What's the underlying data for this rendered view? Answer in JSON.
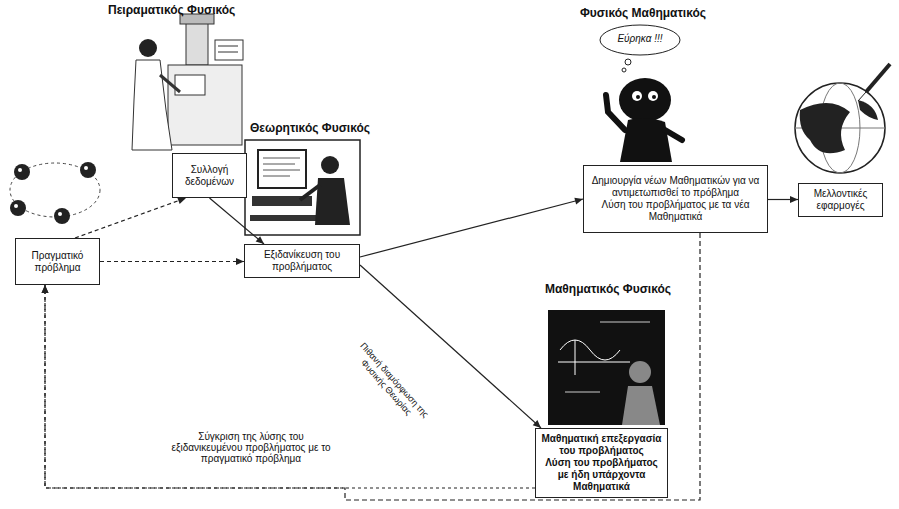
{
  "diagram": {
    "nodes": [
      {
        "text": [
          "Πραγματικό πρόβλημα"
        ]
      },
      {
        "text": [
          "Συλλογή δεδομένων"
        ]
      },
      {
        "text": [
          "Εξιδανίκευση του προβλήματος"
        ]
      },
      {
        "text": [
          "Δημιουργία νέων Μαθηματικών για να αντιμετωπισθεί το πρόβλημα",
          "Λύση του προβλήματος με τα νέα Μαθηματικά"
        ]
      },
      {
        "text": [
          "Μελλοντικές εφαρμογές"
        ]
      },
      {
        "text": [
          "Μαθηματική επεξεργασία του προβλήματος",
          "Λύση του προβλήματος με ήδη υπάρχοντα Μαθηματικά"
        ]
      }
    ],
    "edges": [
      {
        "from": 0,
        "to": 1,
        "arrow": "to"
      },
      {
        "from": 0,
        "to": 2,
        "arrow": "to"
      },
      {
        "from": 1,
        "to": 2,
        "arrow": "to"
      },
      {
        "from": 2,
        "to": 3,
        "arrow": "to"
      },
      {
        "from": 2,
        "to": 5,
        "arrow": "to"
      },
      {
        "from": 3,
        "to": 4,
        "arrow": "to"
      },
      {
        "from": 5,
        "to": 0,
        "label": "Σύγκριση της λύσης του εξιδανικευμένου προβλήματος με το πραγματικό πρόβλημα",
        "arrow": "to"
      },
      {
        "from": 3,
        "to": 0,
        "arrow": "to"
      }
    ],
    "labels": [
      "Πειραματικός Φυσικός",
      "Θεωρητικός Φυσικός",
      "Φυσικός Μαθηματικός",
      "Εύρηκα !!!",
      "Μαθηματικός Φυσικός",
      "Πιθανή διαμόρφωση της Φυσικής Θεωρίας"
    ]
  }
}
